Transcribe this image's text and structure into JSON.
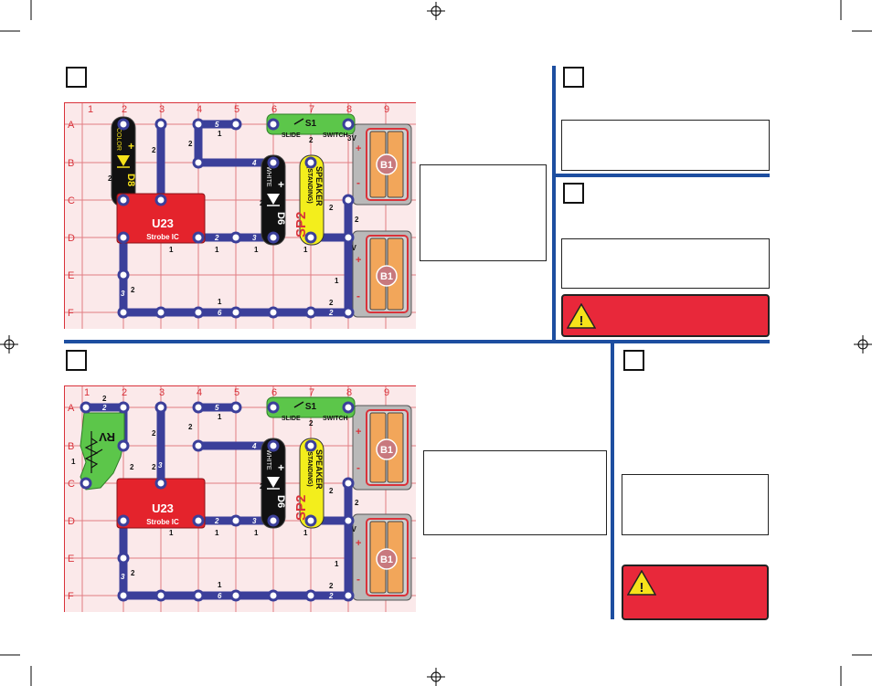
{
  "grid": {
    "columns": [
      "1",
      "2",
      "3",
      "4",
      "5",
      "6",
      "7",
      "8",
      "9"
    ],
    "rows": [
      "A",
      "B",
      "C",
      "D",
      "E",
      "F"
    ]
  },
  "parts": {
    "switch_label": "S1",
    "switch_left": "SLIDE",
    "switch_right": "SWITCH",
    "speaker_id": "SP2",
    "speaker_name": "SPEAKER",
    "speaker_sub": "(STANDING)",
    "led_white_id": "D6",
    "led_white_text": "WHITE",
    "led_color_id": "D8",
    "led_color_text": "COLOR",
    "ic_id": "U23",
    "ic_name": "Strobe IC",
    "battery_id": "B1",
    "battery_voltage": "3V",
    "rv_id": "RV"
  },
  "wire_levels": {
    "s1": "2",
    "sp2": "2",
    "d6": "2",
    "d8": "2",
    "u23": "1",
    "side": "2",
    "top": "1",
    "bottom": "1",
    "right": "1",
    "b1": "2",
    "mid": "1",
    "rv": "1"
  },
  "segments": {
    "two": "2",
    "three": "3",
    "four": "4",
    "five": "5",
    "six": "6"
  },
  "polarity": {
    "plus": "+",
    "minus": "-"
  },
  "colors": {
    "frame_blue": "#1d4ea0",
    "wire_blue": "#3b3f9a",
    "grid_red": "#d9323a",
    "warning_red": "#e8283a",
    "warning_yellow": "#f6e21a",
    "switch_green": "#5cc64a",
    "speaker_yellow": "#f3ee1c",
    "ic_red": "#e4232c",
    "battery_orange": "#f2a65a"
  },
  "icons": {
    "warning": "warning-triangle-icon"
  }
}
